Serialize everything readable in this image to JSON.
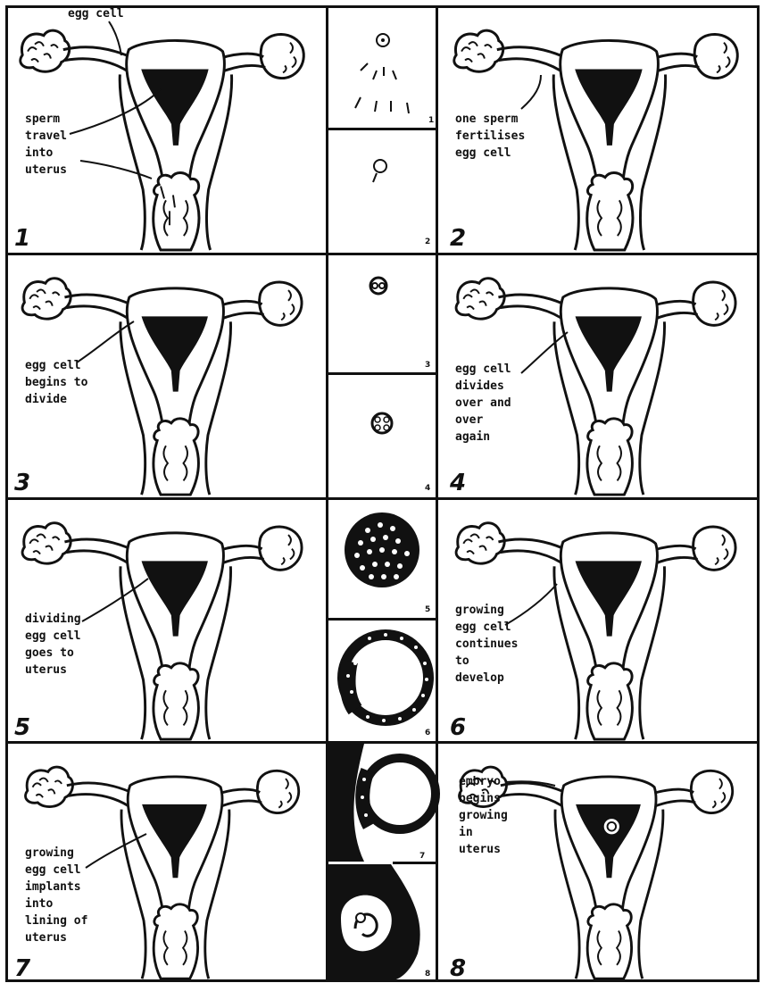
{
  "panels": [
    {
      "number": "1",
      "label": "sperm\ntravel\ninto\nuterus",
      "top_label": "egg cell"
    },
    {
      "number": "2",
      "label": "one sperm\nfertilises\negg cell"
    },
    {
      "number": "3",
      "label": "egg cell\nbegins to\ndivide"
    },
    {
      "number": "4",
      "label": "egg cell\ndivides\nover and\nover\nagain"
    },
    {
      "number": "5",
      "label": "dividing\negg cell\ngoes to\nuterus"
    },
    {
      "number": "6",
      "label": "growing\negg cell\ncontinues\nto\ndevelop"
    },
    {
      "number": "7",
      "label": "growing\negg cell\nimplants\ninto\nlining of\nuterus"
    },
    {
      "number": "8",
      "label": "embryo\nbegins\ngrowing\nin\nuterus"
    }
  ],
  "strip": [
    "1",
    "2",
    "3",
    "4",
    "5",
    "6",
    "7",
    "8"
  ],
  "colors": {
    "ink": "#111111",
    "paper": "#ffffff"
  }
}
